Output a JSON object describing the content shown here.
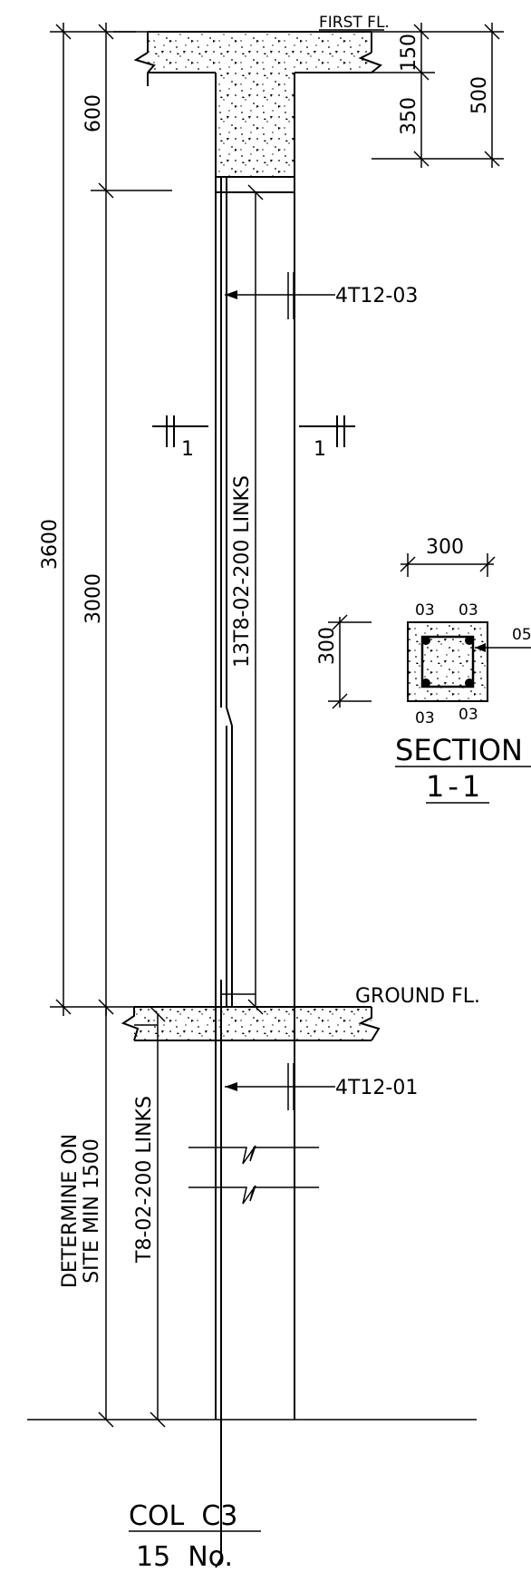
{
  "labels": {
    "first_floor": "FIRST FL.",
    "ground_floor": "GROUND FL.",
    "dim_150": "150",
    "dim_350": "350",
    "dim_500": "500",
    "dim_600": "600",
    "dim_3600": "3600",
    "dim_3000": "3000",
    "bar_top": "4T12-03",
    "bar_bottom": "4T12-01",
    "links_upper": "13T8-02-200  LINKS",
    "links_lower": "T8-02-200  LINKS",
    "section_mark_left": "1",
    "section_mark_right": "1",
    "determine_line1": "DETERMINE ON",
    "determine_line2": "SITE MIN 1500",
    "sec_width": "300",
    "sec_height": "300",
    "sec_bar_tl": "03",
    "sec_bar_tr": "03",
    "sec_bar_bl": "03",
    "sec_bar_br": "03",
    "sec_link": "05",
    "section_title": "SECTION",
    "section_number": "1-1",
    "col_title": "COL  C3",
    "col_qty": "15  No."
  }
}
